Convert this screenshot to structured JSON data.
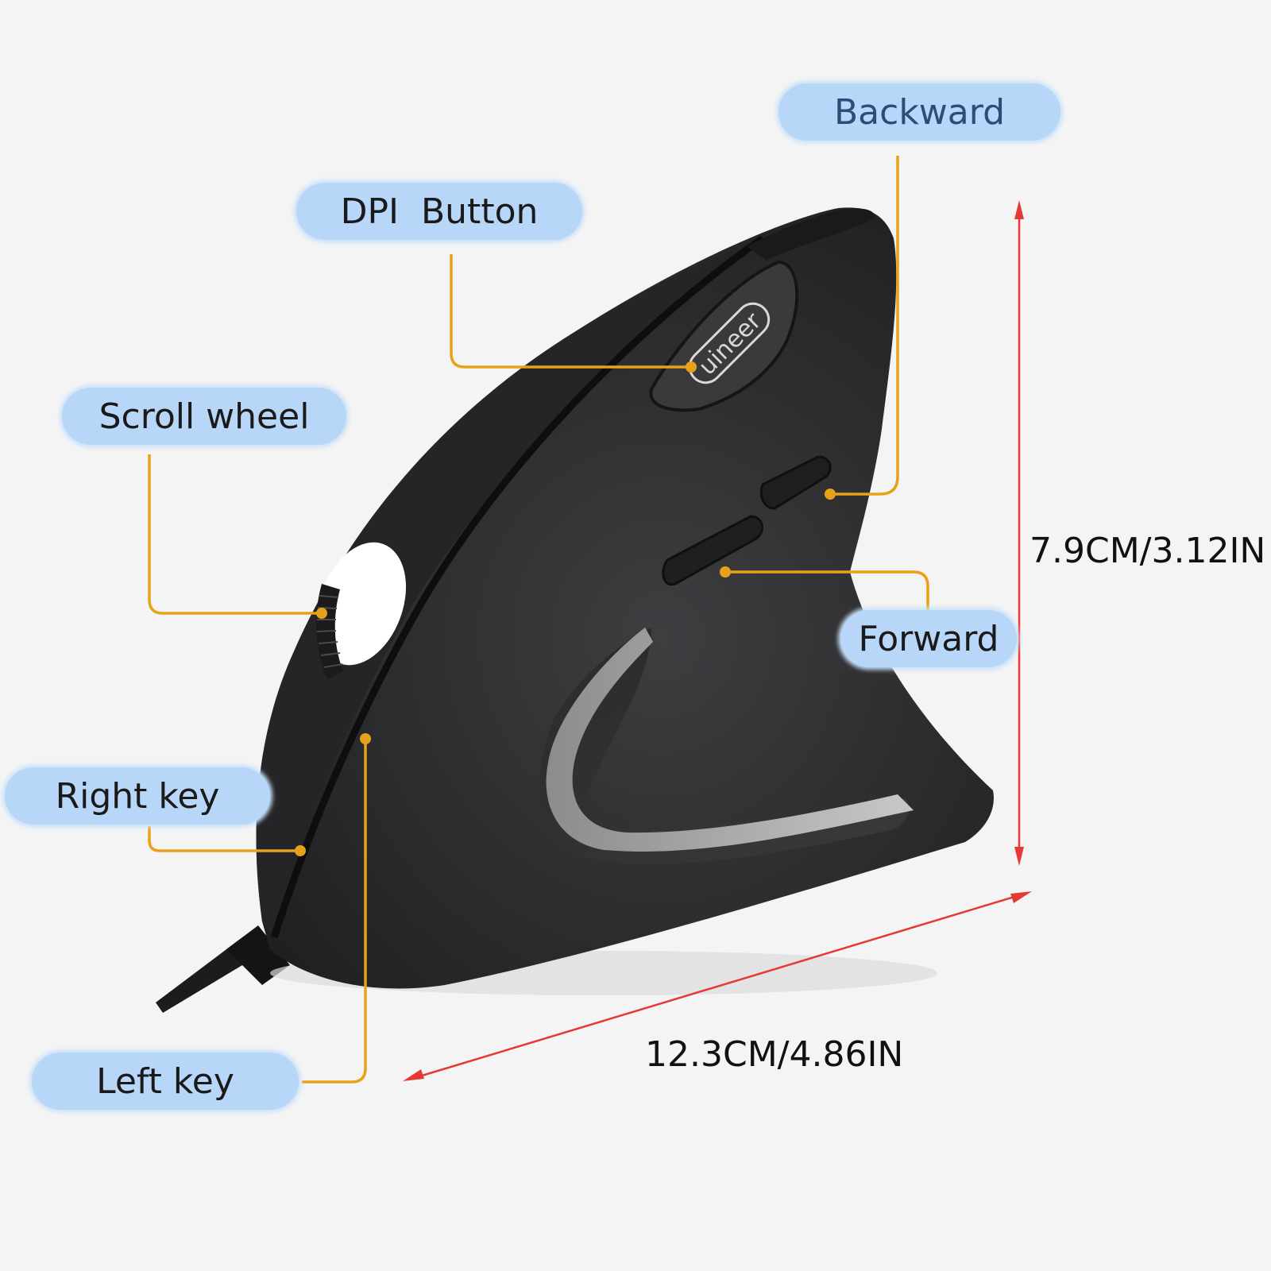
{
  "labels": {
    "backward": "Backward",
    "dpi_button": "DPI  Button",
    "scroll_wheel": "Scroll wheel",
    "right_key": "Right key",
    "left_key": "Left key",
    "forward": "Forward"
  },
  "dimensions": {
    "height": "7.9CM/3.12IN",
    "length": "12.3CM/4.86IN"
  },
  "brand": "uineer",
  "colors": {
    "background": "#f4f4f4",
    "label_pill": "#b8d7f8",
    "leader_line": "#e7a21a",
    "dimension_arrow": "#e53935",
    "mouse_body": "#2f2f31",
    "accent_strip": "#9a9a9a"
  }
}
